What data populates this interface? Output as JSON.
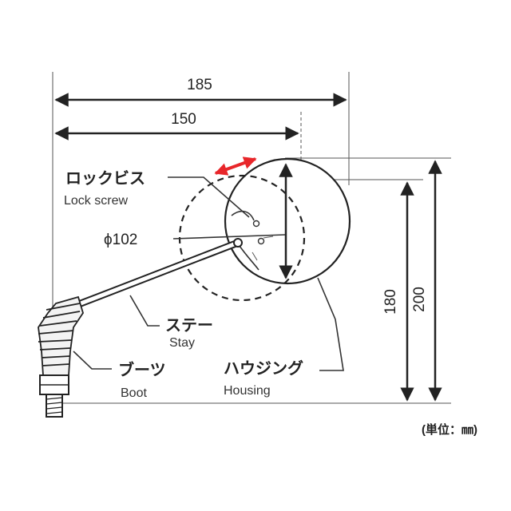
{
  "dimensions": {
    "width_overall": "185",
    "width_to_mirror": "150",
    "diameter": "ϕ102",
    "height_inner": "180",
    "height_overall": "200"
  },
  "labels": {
    "lock_screw_jp": "ロックビス",
    "lock_screw_en": "Lock screw",
    "stay_jp": "ステー",
    "stay_en": "Stay",
    "housing_jp": "ハウジング",
    "housing_en": "Housing",
    "boot_jp": "ブーツ",
    "boot_en": "Boot"
  },
  "unit_note": "(単位：㎜)",
  "colors": {
    "adjust_arrow": "#e8262a",
    "lines": "#222222",
    "background": "#ffffff"
  },
  "icons": {
    "adjust_arrow": "red-double-arrow-icon"
  }
}
